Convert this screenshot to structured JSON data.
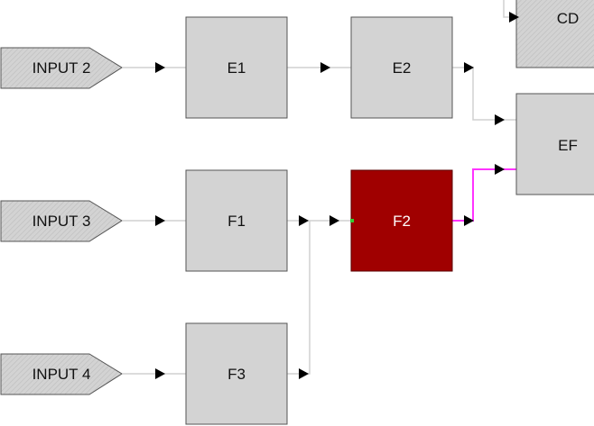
{
  "diagram": {
    "inputs": [
      {
        "id": "input2",
        "label": "INPUT 2"
      },
      {
        "id": "input3",
        "label": "INPUT 3"
      },
      {
        "id": "input4",
        "label": "INPUT 4"
      }
    ],
    "blocks": [
      {
        "id": "e1",
        "label": "E1",
        "selected": false
      },
      {
        "id": "e2",
        "label": "E2",
        "selected": false
      },
      {
        "id": "cd",
        "label": "CD",
        "selected": false
      },
      {
        "id": "ef",
        "label": "EF",
        "selected": false
      },
      {
        "id": "f1",
        "label": "F1",
        "selected": false
      },
      {
        "id": "f2",
        "label": "F2",
        "selected": true
      },
      {
        "id": "f3",
        "label": "F3",
        "selected": false
      }
    ],
    "colors": {
      "block_fill": "#d3d3d3",
      "block_border": "#555555",
      "selected_fill": "#a00000",
      "selected_border": "#5a0000",
      "wire": "#d0d0d0",
      "selected_wire": "#ff33ff",
      "arrow": "#000000"
    }
  }
}
